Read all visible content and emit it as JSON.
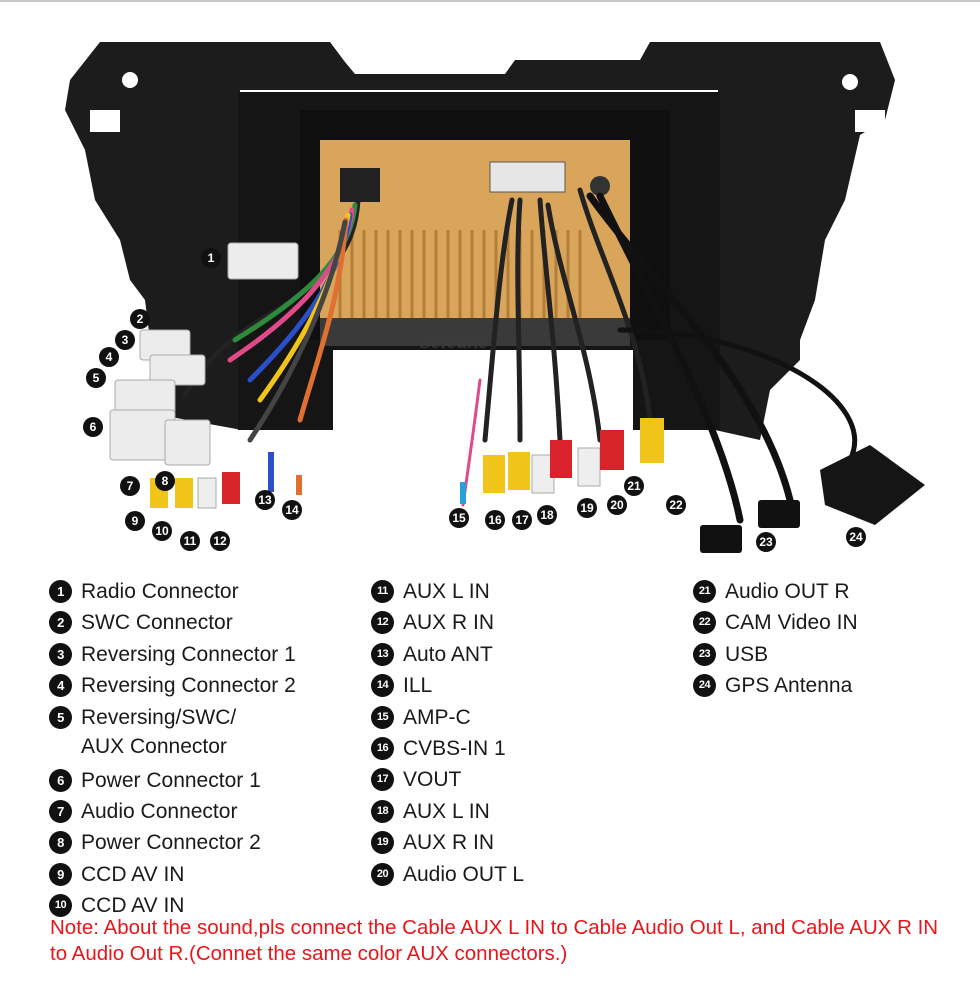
{
  "photo": {
    "watermark": "Seicane",
    "callouts": [
      "1",
      "2",
      "3",
      "4",
      "5",
      "6",
      "7",
      "8",
      "9",
      "10",
      "11",
      "12",
      "13",
      "14",
      "15",
      "16",
      "17",
      "18",
      "19",
      "20",
      "21",
      "22",
      "23",
      "24"
    ]
  },
  "legend": {
    "columns": [
      [
        {
          "num": "1",
          "label": "Radio Connector"
        },
        {
          "num": "2",
          "label": "SWC Connector"
        },
        {
          "num": "3",
          "label": "Reversing Connector 1"
        },
        {
          "num": "4",
          "label": "Reversing Connector 2"
        },
        {
          "num": "5",
          "label": "Reversing/SWC/\nAUX Connector"
        },
        {
          "num": "6",
          "label": "Power Connector 1"
        },
        {
          "num": "7",
          "label": "Audio Connector"
        },
        {
          "num": "8",
          "label": "Power Connector 2"
        },
        {
          "num": "9",
          "label": "CCD AV IN"
        },
        {
          "num": "10",
          "label": "CCD AV IN"
        }
      ],
      [
        {
          "num": "11",
          "label": "AUX L IN"
        },
        {
          "num": "12",
          "label": "AUX R IN"
        },
        {
          "num": "13",
          "label": "Auto ANT"
        },
        {
          "num": "14",
          "label": "ILL"
        },
        {
          "num": "15",
          "label": "AMP-C"
        },
        {
          "num": "16",
          "label": "CVBS-IN 1"
        },
        {
          "num": "17",
          "label": "VOUT"
        },
        {
          "num": "18",
          "label": "AUX L IN"
        },
        {
          "num": "19",
          "label": "AUX R IN"
        },
        {
          "num": "20",
          "label": "Audio OUT L"
        }
      ],
      [
        {
          "num": "21",
          "label": "Audio OUT R"
        },
        {
          "num": "22",
          "label": "CAM Video IN"
        },
        {
          "num": "23",
          "label": "USB"
        },
        {
          "num": "24",
          "label": "GPS Antenna"
        }
      ]
    ]
  },
  "note": "Note: About the sound,pls connect the Cable AUX L IN to Cable Audio Out L, and Cable AUX R IN to  Audio Out R.(Connet the same color AUX connectors.)",
  "colors": {
    "note_red": "#e8161b",
    "frame_black": "#1c1c1c",
    "chassis_gold": "#d9a55a",
    "rca_red": "#d8232a",
    "rca_yellow": "#f0c419",
    "rca_white": "#eeeeee"
  }
}
